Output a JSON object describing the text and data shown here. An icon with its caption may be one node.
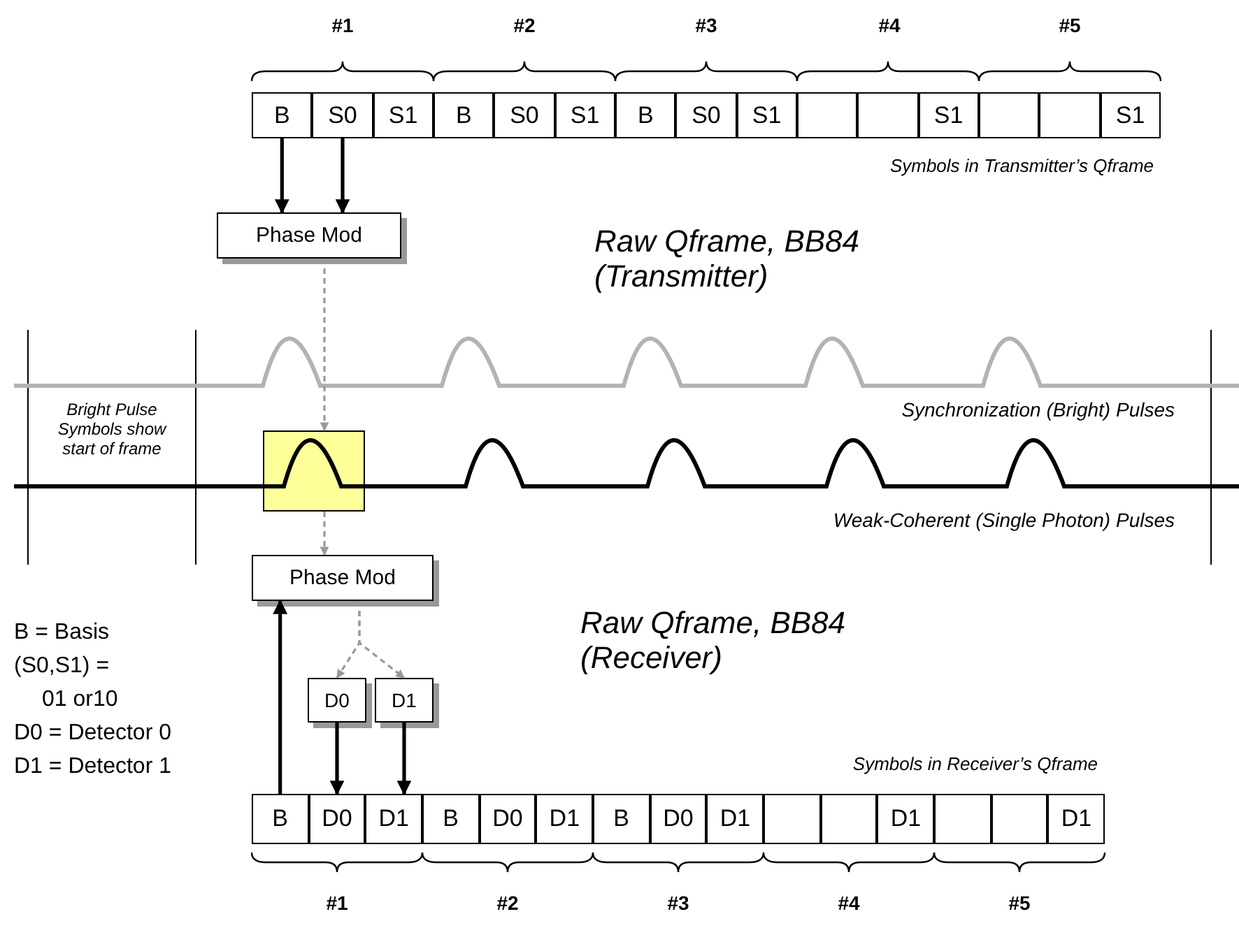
{
  "diagram": {
    "nodes": [
      {
        "text": [
          "B"
        ]
      },
      {
        "text": [
          "S0"
        ]
      },
      {
        "text": [
          "S1"
        ]
      },
      {
        "text": [
          "B"
        ]
      },
      {
        "text": [
          "S0"
        ]
      },
      {
        "text": [
          "S1"
        ]
      },
      {
        "text": [
          "B"
        ]
      },
      {
        "text": [
          "S0"
        ]
      },
      {
        "text": [
          "S1"
        ]
      },
      {
        "text": [],
        "shape": "box"
      },
      {
        "text": [],
        "shape": "box"
      },
      {
        "text": [
          "S1"
        ]
      },
      {
        "text": [],
        "shape": "box"
      },
      {
        "text": [],
        "shape": "box"
      },
      {
        "text": [
          "S1"
        ]
      },
      {
        "text": [
          "Phase Mod"
        ]
      },
      {
        "text": [],
        "shape": "box"
      },
      {
        "text": [
          "Phase Mod"
        ]
      },
      {
        "text": [
          "D0"
        ]
      },
      {
        "text": [
          "D1"
        ]
      },
      {
        "text": [
          "B"
        ]
      },
      {
        "text": [
          "D0"
        ]
      },
      {
        "text": [
          "D1"
        ]
      },
      {
        "text": [
          "B"
        ]
      },
      {
        "text": [
          "D0"
        ]
      },
      {
        "text": [
          "D1"
        ]
      },
      {
        "text": [
          "B"
        ]
      },
      {
        "text": [
          "D0"
        ]
      },
      {
        "text": [
          "D1"
        ]
      },
      {
        "text": [],
        "shape": "box"
      },
      {
        "text": [],
        "shape": "box"
      },
      {
        "text": [
          "D1"
        ]
      },
      {
        "text": [],
        "shape": "box"
      },
      {
        "text": [],
        "shape": "box"
      },
      {
        "text": [
          "D1"
        ]
      }
    ],
    "edges": [
      {
        "from": 0,
        "to": 15,
        "arrow": "to"
      },
      {
        "from": 1,
        "to": 15,
        "arrow": "to"
      },
      {
        "from": 15,
        "to": 16,
        "arrow": "to",
        "style": "dashed",
        "color": "#999999"
      },
      {
        "from": 16,
        "to": 17,
        "arrow": "to",
        "style": "dashed",
        "color": "#999999"
      },
      {
        "from": 17,
        "to": 18,
        "arrow": "to",
        "style": "dashed",
        "color": "#999999"
      },
      {
        "from": 17,
        "to": 19,
        "arrow": "to",
        "style": "dashed",
        "color": "#999999"
      },
      {
        "from": 20,
        "to": 17,
        "arrow": "to"
      },
      {
        "from": 18,
        "to": 21,
        "arrow": "to"
      },
      {
        "from": 19,
        "to": 22,
        "arrow": "to"
      }
    ],
    "labels": [
      "#1",
      "#2",
      "#3",
      "#4",
      "#5",
      "Symbols in Transmitter’s Qframe",
      "Raw Qframe, BB84 (Transmitter)",
      "Bright Pulse Symbols show start of frame",
      "Synchronization (Bright) Pulses",
      "Weak-Coherent (Single Photon) Pulses",
      "B = Basis",
      "(S0,S1) = 01 or10",
      "D0 = Detector 0",
      "D1 = Detector 1",
      "Raw Qframe, BB84 (Receiver)",
      "Symbols in Receiver’s Qframe",
      "#1",
      "#2",
      "#3",
      "#4",
      "#5"
    ]
  }
}
